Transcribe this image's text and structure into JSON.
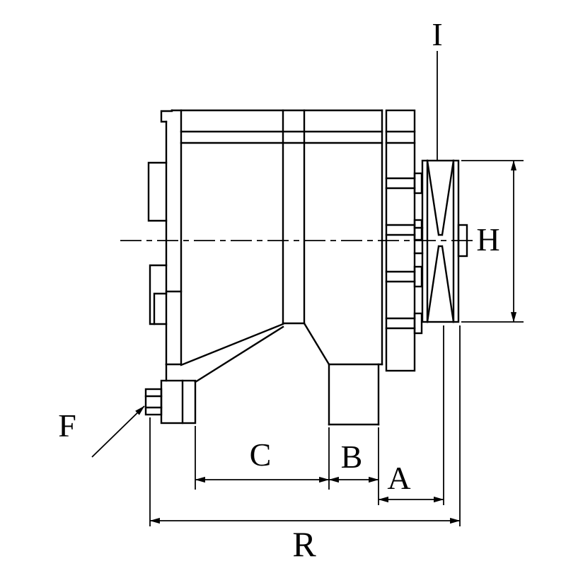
{
  "diagram": {
    "background_color": "#ffffff",
    "line_color": "#000000",
    "labels": {
      "i": "I",
      "h": "H",
      "f": "F",
      "c": "C",
      "b": "B",
      "a": "A",
      "r": "R"
    }
  }
}
